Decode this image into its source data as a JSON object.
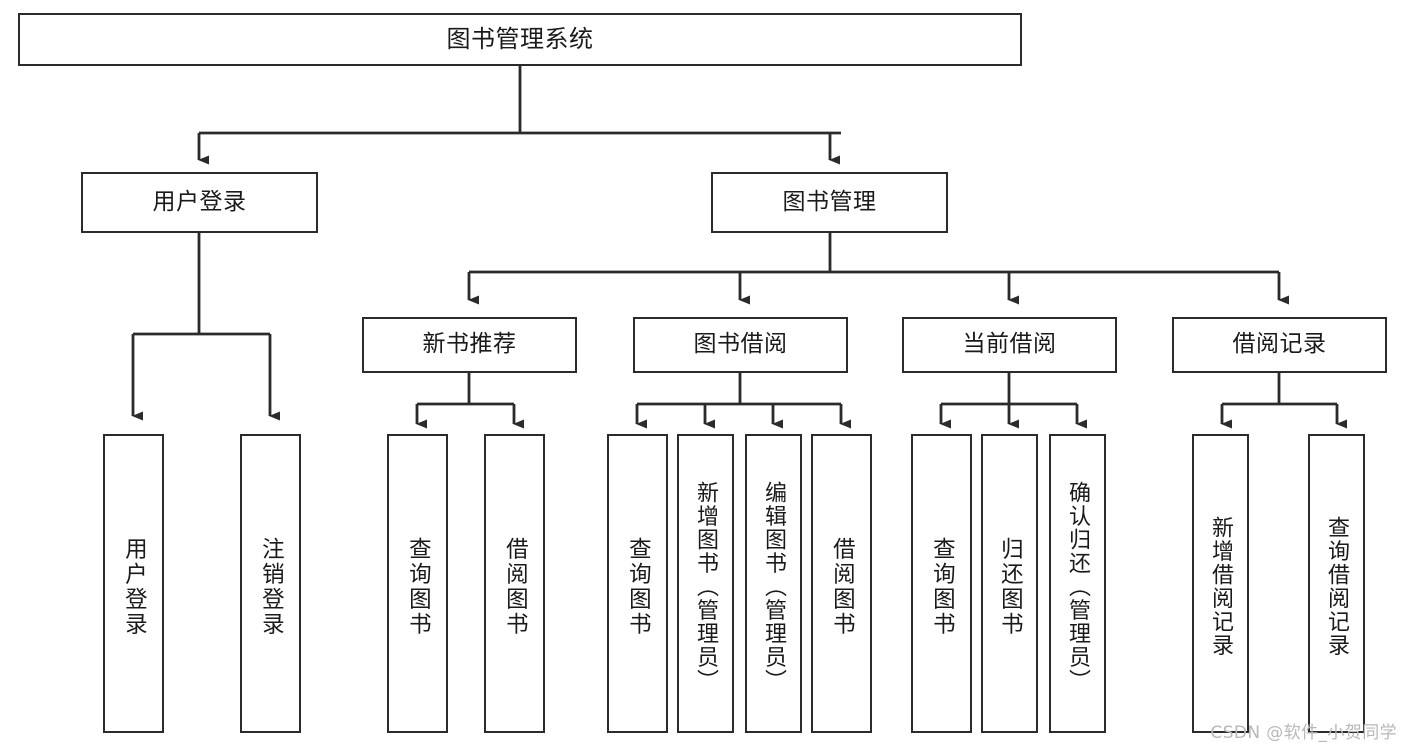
{
  "diagram": {
    "type": "hierarchy-tree",
    "title": "图书管理系统",
    "background_color": "#ffffff",
    "line_color": "#2b2b2b",
    "text_color": "#1a1a1a",
    "levels": {
      "root": {
        "label": "图书管理系统"
      },
      "level2": [
        {
          "label": "用户登录"
        },
        {
          "label": "图书管理"
        }
      ],
      "level3": [
        {
          "label": "新书推荐"
        },
        {
          "label": "图书借阅"
        },
        {
          "label": "当前借阅"
        },
        {
          "label": "借阅记录"
        }
      ],
      "leaves": [
        {
          "label": "用户登录",
          "parent": "用户登录"
        },
        {
          "label": "注销登录",
          "parent": "用户登录"
        },
        {
          "label": "查询图书",
          "parent": "新书推荐"
        },
        {
          "label": "借阅图书",
          "parent": "新书推荐"
        },
        {
          "label": "查询图书",
          "parent": "图书借阅"
        },
        {
          "label": "新增图书（管理员）",
          "parent": "图书借阅"
        },
        {
          "label": "编辑图书（管理员）",
          "parent": "图书借阅"
        },
        {
          "label": "借阅图书",
          "parent": "图书借阅"
        },
        {
          "label": "查询图书",
          "parent": "当前借阅"
        },
        {
          "label": "归还图书",
          "parent": "当前借阅"
        },
        {
          "label": "确认归还（管理员）",
          "parent": "当前借阅"
        },
        {
          "label": "新增借阅记录",
          "parent": "借阅记录"
        },
        {
          "label": "查询借阅记录",
          "parent": "借阅记录"
        }
      ]
    }
  },
  "watermark": {
    "text": "CSDN @软件_小贺同学"
  }
}
